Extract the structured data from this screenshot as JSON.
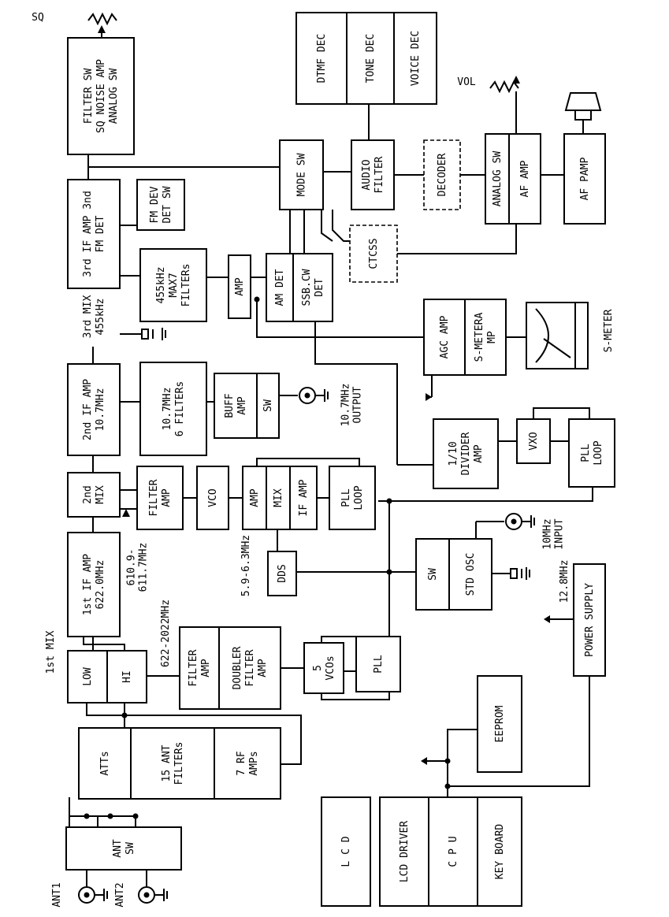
{
  "blocks": {
    "filter_sw": [
      "FILTER SW",
      "SQ NOISE AMP",
      "ANALOG SW"
    ],
    "third_if": [
      "3rd IF AMP 3nd",
      "FM DET"
    ],
    "third_mix": [
      "3rd MIX",
      "455kHz"
    ],
    "fm_dev": [
      "FM DEV",
      "DET SW"
    ],
    "mhz455_filters": [
      "455kHz",
      "MAX7",
      "FILTERs"
    ],
    "amp_a": [
      "AMP"
    ],
    "am_det": [
      "AM DET"
    ],
    "ssb_det": [
      "SSB.CW",
      "DET"
    ],
    "mode_sw": [
      "MODE SW"
    ],
    "audio_filter": [
      "AUDIO",
      "FILTER"
    ],
    "decoder": [
      "DECODER"
    ],
    "analog_sw": [
      "ANALOG SW"
    ],
    "af_amp": [
      "AF AMP"
    ],
    "af_pamp": [
      "AF PAMP"
    ],
    "ctcss": [
      "CTCSS"
    ],
    "dtmf_dec": [
      "DTMF DEC"
    ],
    "tone_dec": [
      "TONE DEC"
    ],
    "voice_dec": [
      "VOICE DEC"
    ],
    "second_if": [
      "2nd IF AMP",
      "10.7MHz"
    ],
    "filters_107": [
      "10.7MHz",
      "6 FILTERs"
    ],
    "buff_amp": [
      "BUFF",
      "AMP"
    ],
    "sw_out": [
      "SW"
    ],
    "agc_amp": [
      "AGC AMP"
    ],
    "s_meter_amp": [
      "S-METERA",
      "MP"
    ],
    "divider": [
      "1/10",
      "DIVIDER",
      "AMP"
    ],
    "vxo": [
      "VXO"
    ],
    "pll_loop_r": [
      "PLL",
      "LOOP"
    ],
    "second_mix": [
      "2nd",
      "MIX"
    ],
    "filter_amp_a": [
      "FILTER",
      "AMP"
    ],
    "vco": [
      "VCO"
    ],
    "amp_b": [
      "AMP"
    ],
    "mix_b": [
      "MIX"
    ],
    "if_amp_b": [
      "IF AMP"
    ],
    "pll_loop": [
      "PLL",
      "LOOP"
    ],
    "dds": [
      "DDS"
    ],
    "sw_std": [
      "SW"
    ],
    "std_osc": [
      "STD OSC"
    ],
    "first_if": [
      "1st IF AMP",
      "622.0MHz"
    ],
    "low": [
      "LOW"
    ],
    "hi": [
      "HI"
    ],
    "filter_amp_b": [
      "FILTER",
      "AMP"
    ],
    "doubler": [
      "DOUBLER",
      "FILTER",
      "AMP"
    ],
    "vcos": [
      "5",
      "VCOs"
    ],
    "pll": [
      "PLL"
    ],
    "power_supply": [
      "POWER SUPPLY"
    ],
    "atts": [
      "ATTs"
    ],
    "ant_filters": [
      "15 ANT",
      "FILTERs"
    ],
    "rf_amps": [
      "7 RF",
      "AMPs"
    ],
    "ant_sw": [
      "ANT",
      "SW"
    ],
    "eeprom": [
      "EEPROM"
    ],
    "lcd": [
      "L C D"
    ],
    "lcd_driver": [
      "LCD DRIVER"
    ],
    "cpu": [
      "C P U"
    ],
    "key_board": [
      "KEY BOARD"
    ]
  },
  "labels": {
    "sq": "SQ",
    "vol": "VOL",
    "s_meter": "S-METER",
    "out_107": [
      "10.7MHz",
      "OUTPUT"
    ],
    "ref_10": [
      "10MHz",
      "INPUT"
    ],
    "mhz_128": "12.8MHz",
    "mhz_5963": "5.9-6.3MHz",
    "mhz_610": [
      "610.9-",
      "611.7MHz"
    ],
    "mhz_622": "622-2022MHz",
    "first_mix": "1st MIX",
    "ant1": "ANT1",
    "ant2": "ANT2"
  }
}
